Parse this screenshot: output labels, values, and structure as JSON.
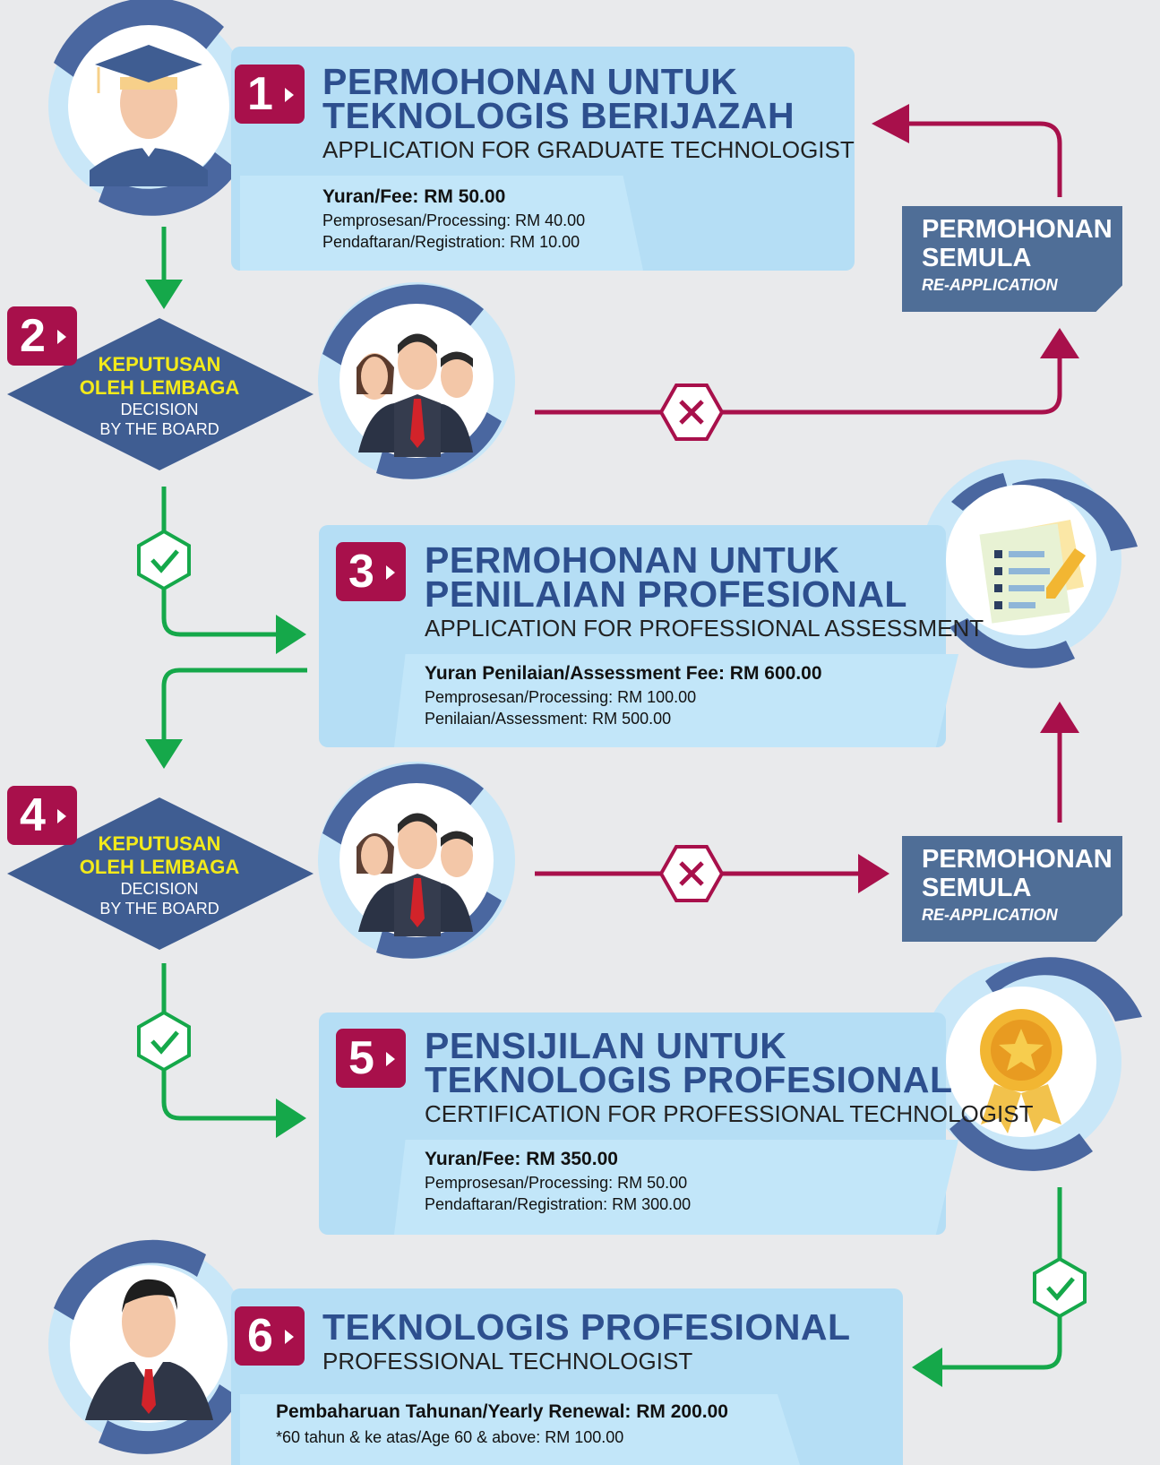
{
  "colors": {
    "background": "#e9eaec",
    "card": "#b5def5",
    "title": "#2d4f8e",
    "badge": "#a8104b",
    "reject": "#a8104b",
    "accept": "#15a84a",
    "diamond": "#3f5d92",
    "reapp": "#4f6e97",
    "decision_ms": "#f3ea1a"
  },
  "steps": [
    {
      "number": "1",
      "title_ms_1": "PERMOHONAN UNTUK",
      "title_ms_2": "TEKNOLOGIS BERIJAZAH",
      "title_en": "APPLICATION FOR GRADUATE TECHNOLOGIST",
      "fee_main": "Yuran/Fee: RM 50.00",
      "fee_line_1": "Pemprosesan/Processing: RM 40.00",
      "fee_line_2": "Pendaftaran/Registration: RM 10.00",
      "icon": "graduate-icon"
    },
    {
      "number": "2",
      "decision_ms_1": "KEPUTUSAN",
      "decision_ms_2": "OLEH LEMBAGA",
      "decision_en_1": "DECISION",
      "decision_en_2": "BY THE BOARD",
      "icon": "board-members-icon"
    },
    {
      "number": "3",
      "title_ms_1": "PERMOHONAN UNTUK",
      "title_ms_2": "PENILAIAN PROFESIONAL",
      "title_en": "APPLICATION FOR PROFESSIONAL ASSESSMENT",
      "fee_main": "Yuran Penilaian/Assessment Fee: RM 600.00",
      "fee_line_1": "Pemprosesan/Processing: RM 100.00",
      "fee_line_2": "Penilaian/Assessment: RM 500.00",
      "icon": "checklist-document-icon"
    },
    {
      "number": "4",
      "decision_ms_1": "KEPUTUSAN",
      "decision_ms_2": "OLEH LEMBAGA",
      "decision_en_1": "DECISION",
      "decision_en_2": "BY THE BOARD",
      "icon": "board-members-icon"
    },
    {
      "number": "5",
      "title_ms_1": "PENSIJILAN UNTUK",
      "title_ms_2": "TEKNOLOGIS PROFESIONAL",
      "title_en": "CERTIFICATION FOR PROFESSIONAL TECHNOLOGIST",
      "fee_main": "Yuran/Fee: RM 350.00",
      "fee_line_1": "Pemprosesan/Processing: RM 50.00",
      "fee_line_2": "Pendaftaran/Registration: RM 300.00",
      "icon": "award-ribbon-icon"
    },
    {
      "number": "6",
      "title_ms": "TEKNOLOGIS PROFESIONAL",
      "title_en": "PROFESSIONAL TECHNOLOGIST",
      "fee_main": "Pembaharuan Tahunan/Yearly Renewal: RM 200.00",
      "fee_line_1": "*60 tahun & ke atas/Age 60 & above: RM 100.00",
      "icon": "professional-man-icon"
    }
  ],
  "reapplication": {
    "label_ms_1": "PERMOHONAN",
    "label_ms_2": "SEMULA",
    "label_en": "RE-APPLICATION"
  }
}
